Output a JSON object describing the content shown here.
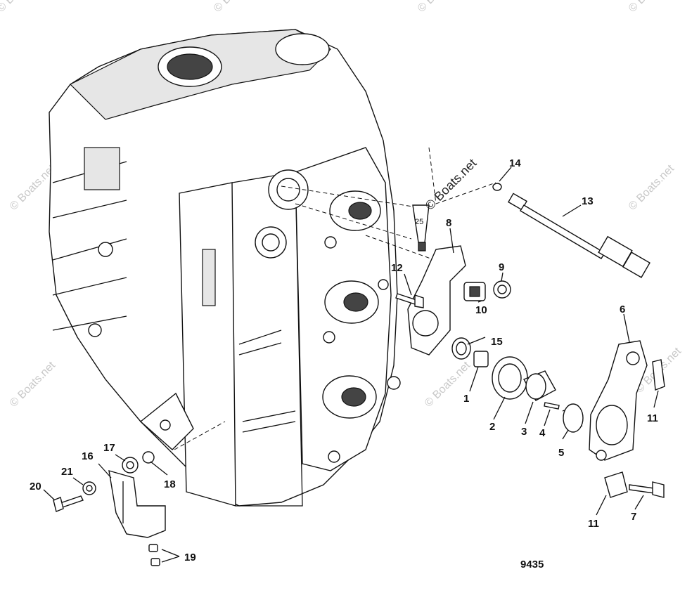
{
  "diagram": {
    "figure_number": "9435",
    "watermark_text": "© Boats.net",
    "tube_label": "25",
    "callouts": [
      "14",
      "13",
      "8",
      "9",
      "12",
      "10",
      "15",
      "1",
      "2",
      "3",
      "4",
      "5",
      "6",
      "11",
      "11",
      "7",
      "16",
      "17",
      "18",
      "19",
      "20",
      "21"
    ]
  }
}
